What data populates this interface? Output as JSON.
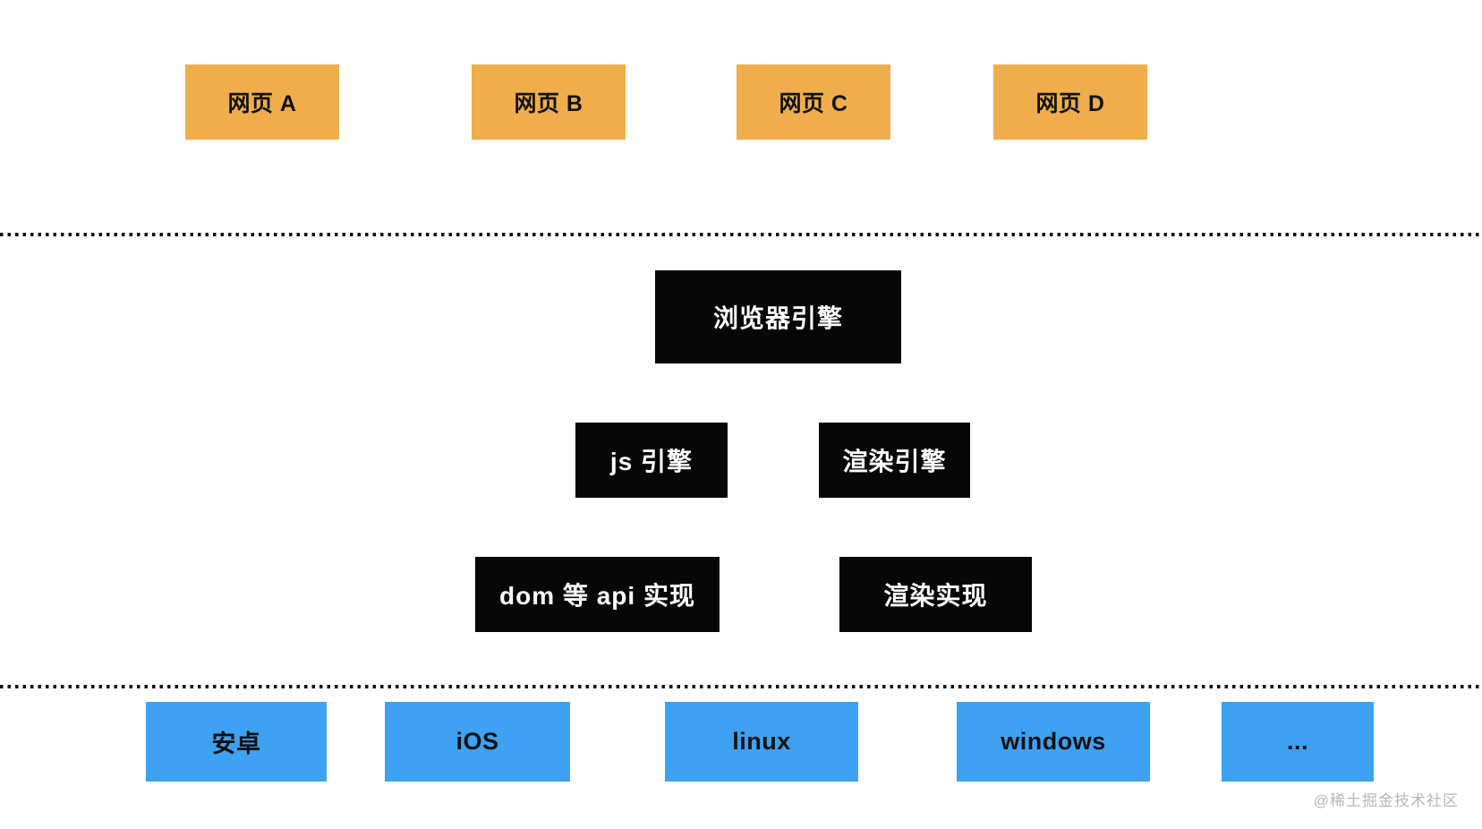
{
  "pages": [
    {
      "label": "网页 A"
    },
    {
      "label": "网页 B"
    },
    {
      "label": "网页 C"
    },
    {
      "label": "网页 D"
    }
  ],
  "engine_layer": {
    "browser_engine": "浏览器引擎",
    "js_engine": "js 引擎",
    "render_engine": "渲染引擎",
    "dom_api": "dom 等 api 实现",
    "render_impl": "渲染实现"
  },
  "platforms": [
    {
      "label": "安卓"
    },
    {
      "label": "iOS"
    },
    {
      "label": "linux"
    },
    {
      "label": "windows"
    },
    {
      "label": "..."
    }
  ],
  "watermark": "@稀土掘金技术社区",
  "colors": {
    "page": "#efae4b",
    "module": "#070707",
    "platform": "#3ea1f2",
    "box_text": "#111111",
    "module_text": "#ffffff",
    "divider": "#111111",
    "watermark": "#b9b6b3",
    "background": "#ffffff"
  }
}
